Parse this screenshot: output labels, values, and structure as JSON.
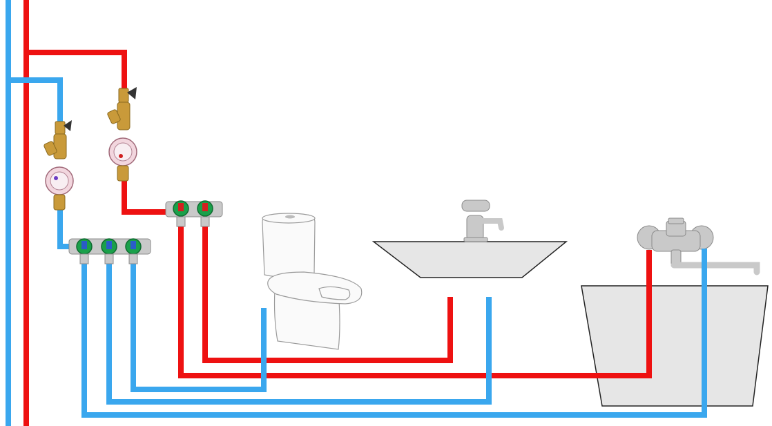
{
  "colors": {
    "hot_pipe": "#ee1111",
    "cold_pipe": "#3aa7ee",
    "fixture_fill": "#e6e6e6",
    "fixture_stroke": "#222222",
    "brass": "#c99a3a",
    "meter_face": "#f2d6de",
    "chrome": "#c9c9c9"
  },
  "diagram": {
    "risers": [
      {
        "name": "cold-water-riser",
        "line": "cold"
      },
      {
        "name": "hot-water-riser",
        "line": "hot"
      }
    ],
    "meters": [
      {
        "name": "cold-water-meter",
        "line": "cold",
        "valve_icon": "butterfly-valve-icon",
        "filter_icon": "y-strainer-icon"
      },
      {
        "name": "hot-water-meter",
        "line": "hot",
        "valve_icon": "butterfly-valve-icon",
        "filter_icon": "y-strainer-icon"
      }
    ],
    "manifolds": [
      {
        "name": "cold-manifold",
        "line": "cold",
        "outlets": 3
      },
      {
        "name": "hot-manifold",
        "line": "hot",
        "outlets": 2
      }
    ],
    "fixtures": [
      {
        "name": "toilet",
        "icon": "toilet-icon",
        "feeds": [
          "cold"
        ]
      },
      {
        "name": "washbasin",
        "icon": "basin-icon",
        "feeds": [
          "hot",
          "cold"
        ]
      },
      {
        "name": "bathtub",
        "icon": "bathtub-icon",
        "feeds": [
          "hot",
          "cold"
        ]
      }
    ]
  }
}
